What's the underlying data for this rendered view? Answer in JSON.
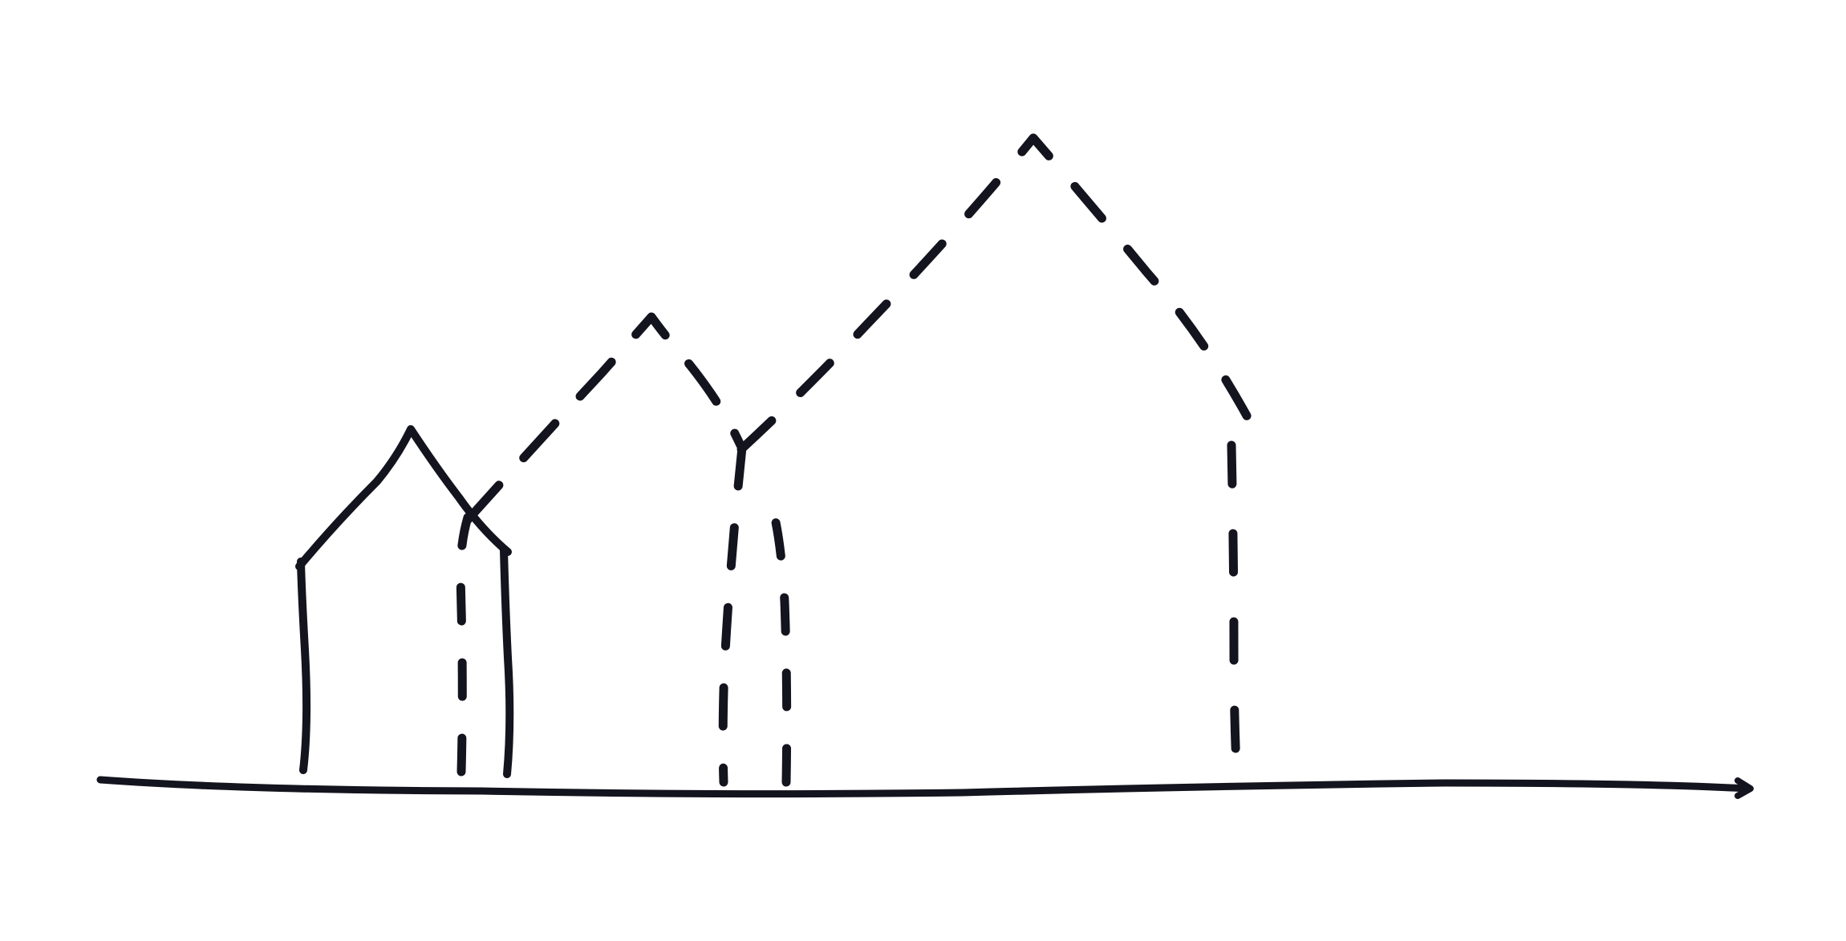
{
  "sketch": {
    "background_color": "#ffffff",
    "ink_color": "#14141f",
    "shapes": [
      {
        "name": "ground-line-arrow",
        "style": "solid"
      },
      {
        "name": "small-house-outline",
        "style": "solid"
      },
      {
        "name": "medium-house-outline",
        "style": "dashed"
      },
      {
        "name": "large-house-outline",
        "style": "dashed"
      }
    ]
  }
}
